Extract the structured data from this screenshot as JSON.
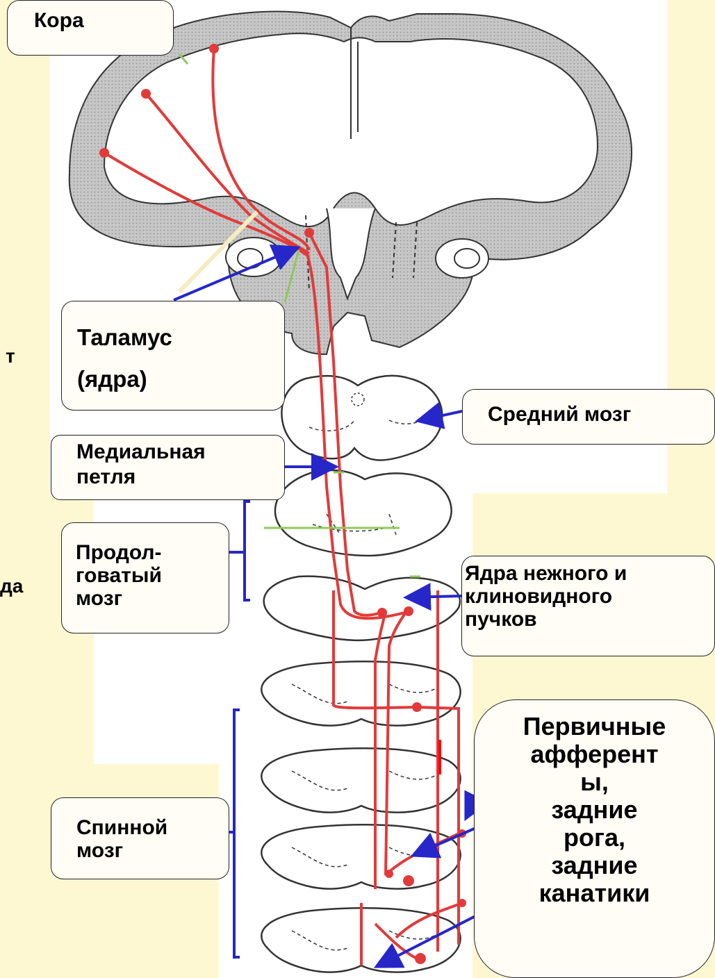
{
  "labels": {
    "cortex": "Кора",
    "thalamus_line1": "Таламус",
    "thalamus_line2": "(ядра)",
    "midbrain": "Средний мозг",
    "medial_lemniscus_line1": "Медиальная",
    "medial_lemniscus_line2": "петля",
    "medulla_line1": "Продол-",
    "medulla_line2": "говатый",
    "medulla_line3": "мозг",
    "nuclei_line1": "Ядра нежного и",
    "nuclei_line2": "клиновидного",
    "nuclei_line3": "пучков",
    "spinal_line1": "Спинной",
    "spinal_line2": "мозг",
    "afferents_line1": "Первичные",
    "afferents_line2": "афферент",
    "afferents_line3": "ы,",
    "afferents_line4": "задние",
    "afferents_line5": "рога,",
    "afferents_line6": "задние",
    "afferents_line7": "канатики"
  },
  "left_edge_fragments": {
    "fragment1": "т",
    "fragment2": "да"
  },
  "colors": {
    "background": "#fef8d2",
    "pathway": "#e23a3a",
    "arrow": "#2626c9",
    "anatomy_gray": "#bdbdbd",
    "highlight_green": "#8fc85a"
  }
}
